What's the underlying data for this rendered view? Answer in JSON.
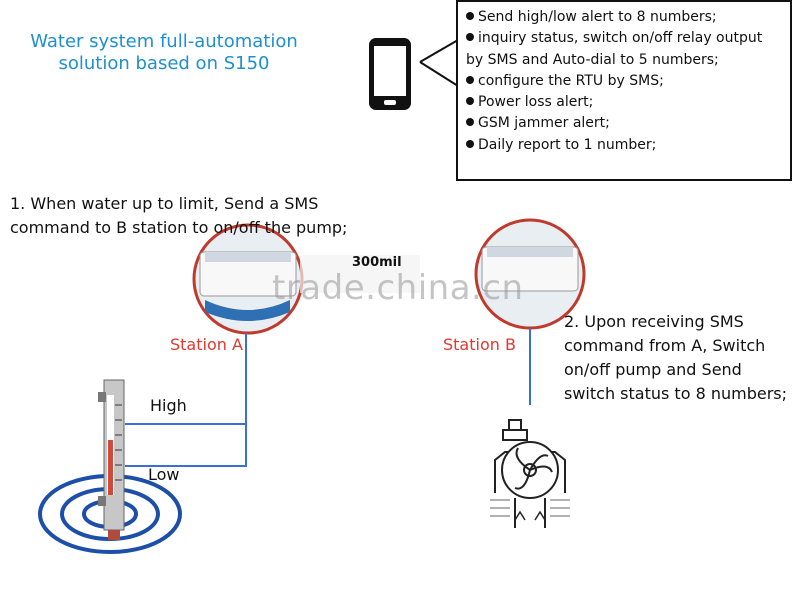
{
  "title": {
    "line1": "Water system full-automation",
    "line2": "solution based on S150"
  },
  "phone": {
    "icon": "smartphone-icon"
  },
  "callout": {
    "items": [
      {
        "text": "Send high/low alert to 8 numbers;"
      },
      {
        "text": "inquiry status, switch on/off relay output",
        "cont": "by SMS and Auto-dial to 5 numbers;"
      },
      {
        "text": "configure the RTU by SMS;"
      },
      {
        "text": "Power loss alert;"
      },
      {
        "text": "GSM jammer alert;"
      },
      {
        "text": "Daily report to 1 number;"
      }
    ]
  },
  "step1": {
    "line1": "1. When water up to limit, Send a SMS",
    "line2": "command to B station to on/off the pump;"
  },
  "step2": {
    "line1": "2. Upon receiving SMS",
    "line2": "command from A,  Switch",
    "line3": "on/off pump and Send",
    "line4": "switch status to 8 numbers;"
  },
  "stations": {
    "a": {
      "label": "Station A",
      "device_icon": "rtu-device-icon"
    },
    "b": {
      "label": "Station B",
      "device_icon": "rtu-device-icon"
    }
  },
  "distance_label": "300mil",
  "level_sensor": {
    "high_label": "High",
    "low_label": "Low",
    "icon": "level-gauge-icon"
  },
  "pump": {
    "icon": "water-pump-icon"
  },
  "watermark": "trade.china.cn",
  "colors": {
    "title": "#1f8fd0",
    "station_label": "#e03a2f",
    "wires": "#3a6fd8"
  }
}
